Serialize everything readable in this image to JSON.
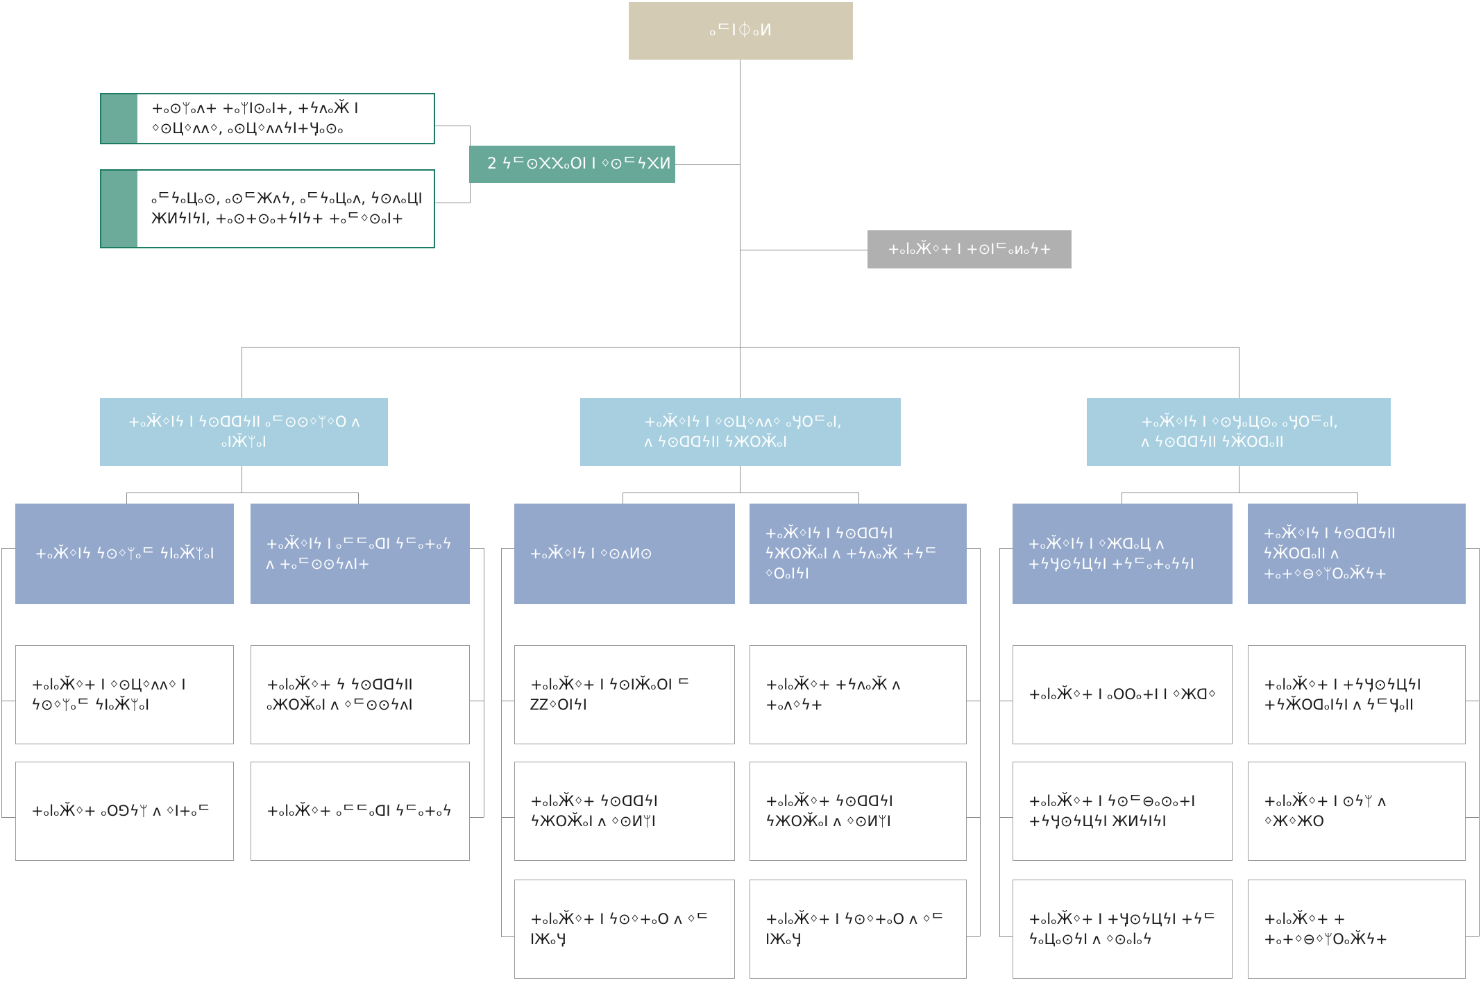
{
  "diagram": {
    "title_node": {
      "label": "ₒᄃI⏀ₒИ"
    },
    "teal_connector": {
      "label": "2 ϟᄃ⊙᙭᙭ₒОI I ᛜ⊙ᄃϟ᙭И"
    },
    "grey_node": {
      "label": "+ₒlₒӁᛜ+ I +⊙Iᄃₒиₒϟ+"
    },
    "callouts": [
      {
        "label": "+ₒ⊙ᛘₒᴧ+ +ₒᛘI⊙ₒI+, +ϟᴧₒӁ I ᛜ⊙Цᛜᴧᴧᛜ, ₒ⊙ЦᛜᴧᴧϟI+Ӌₒ⊙ₒ"
      },
      {
        "label": "ₒᄃϟₒЦₒ⊙, ₒ⊙ᄃЖᴧϟ, ₒᄃϟₒЦₒᴧ, ϟ⊙ᴧₒЦI ЖИϟIϟI, +ₒ⊙+⊙ₒ+ϟIϟ+ +ₒᄃᛜ⊙ₒI+"
      }
    ],
    "level1": [
      {
        "label": "+ₒӁᛜIϟ I ϟ⊙ᗡᗡϟII ₒᄃ⊙⊙ᛜᛘᛜO ᴧ ₒIӁᛘₒI"
      },
      {
        "label": "+ₒӁᛜIϟ I ᛜ⊙Цᛜᴧᴧᛜ ₒӋOᄃₒI,\nᴧ ϟ⊙ᗡᗡϟII ϟЖOӁₒI"
      },
      {
        "label": "+ₒӁᛜIϟ I ᛜ⊙ӋₒЦ⊙ₒ ₒӋOᄃₒI,\nᴧ  ϟ⊙ᗡᗡϟII ϟӁOᗡₒII"
      }
    ],
    "level2": [
      {
        "label": "+ₒӁᛜIϟ ϟ⊙ᛜᛘₒᄃ ϟIₒӁᛘₒI",
        "align": "center"
      },
      {
        "label": "+ₒӁᛜIϟ I ₒᄃᄃₒᗡI ϟᄃₒ+ₒϟ ᴧ +ₒᄃ⊙⊙ϟᴧI+",
        "align": "left"
      },
      {
        "label": "+ₒӁᛜIϟ I ᛜ⊙ᴧИ⊙",
        "align": "left"
      },
      {
        "label": "+ₒӁᛜIϟ I ϟ⊙ᗡᗡϟI ϟЖOӁₒI ᴧ +ϟᴧₒӁ +ϟᄃᛜOₒIϟI",
        "align": "left"
      },
      {
        "label": "+ₒӁᛜIϟ I ᛜЖᗡₒЦ ᴧ +ϟӋ⊙ϟЦϟI +ϟᄃₒ+ₒϟϟI",
        "align": "left"
      },
      {
        "label": "+ₒӁᛜIϟ I ϟ⊙ᗡᗡϟII ϟӁOᗡₒII ᴧ +ₒ+ᛜ⊖ᛜᛘOₒӁϟ+",
        "align": "left"
      }
    ],
    "leaves": {
      "col1": [
        "+ₒlₒӁᛜ+ I ᛜ⊙Цᛜᴧᴧᛜ I ϟ⊙ᛜᛘₒᄃ ϟIₒӁᛘₒI",
        "+ₒlₒӁᛜ+ ₒO⅁ϟᛘ ᴧ ᛜI+ₒᄃ"
      ],
      "col2": [
        "+ₒlₒӁᛜ+ ϟ ϟ⊙ᗡᗡϟII ₒЖOӁₒI ᴧ ᛜᄃ⊙⊙ϟᴧI",
        "+ₒlₒӁᛜ+ ₒᄃᄃₒᗡI ϟᄃₒ+ₒϟ"
      ],
      "col3": [
        "+ₒlₒӁᛜ+ I ϟ⊙IӁₒOI ᄃᏃᏃᛜOIϟI",
        "+ₒlₒӁᛜ+ ϟ⊙ᗡᗡϟI ϟЖOӁₒI ᴧ ᛜ⊙ИᛘI",
        "+ₒlₒӁᛜ+ I ϟ⊙ᛜ+ₒO ᴧ ᛜᄃIЖₒӋ"
      ],
      "col4": [
        "+ₒlₒӁᛜ+ +ϟᴧₒӁ ᴧ +ₒᴧᛜϟ+",
        "+ₒlₒӁᛜ+ ϟ⊙ᗡᗡϟI ϟЖOӁₒI ᴧ ᛜ⊙ИᛘI",
        "+ₒlₒӁᛜ+ I ϟ⊙ᛜ+ₒO ᴧ ᛜᄃIЖₒӋ"
      ],
      "col5": [
        "+ₒlₒӁᛜ+ I ₒOOₒ+I I ᛜЖᗡᛜ",
        "+ₒlₒӁᛜ+ I ϟ⊙ᄃ⊖ₒ⊙ₒ+I +ϟӋ⊙ϟЦϟI ЖИϟIϟI",
        "+ₒlₒӁᛜ+ I +Ӌ⊙ϟЦϟI +ϟᄃϟₒЦₒ⊙ϟI ᴧ ᛜ⊙ₒlₒϟ"
      ],
      "col6": [
        "+ₒlₒӁᛜ+ I +ϟӋ⊙ϟЦϟI +ϟӁOᗡₒIϟI ᴧ ϟᄃӋₒII",
        "+ₒlₒӁᛜ+ I ⊙ϟᛘ ᴧ ᛜЖᛜЖO",
        "+ₒlₒӁᛜ+ + +ₒ+ᛜ⊖ᛜᛘOₒӁϟ+"
      ]
    },
    "colors": {
      "root": "#d3cbb4",
      "teal": "#67a898",
      "teal_border": "#1d7a63",
      "grey": "#b0b0b0",
      "level1": "#a7cfdf",
      "level2": "#94a8cb",
      "line": "#8c8c8c",
      "leaf_border": "#9a9a9a"
    }
  }
}
